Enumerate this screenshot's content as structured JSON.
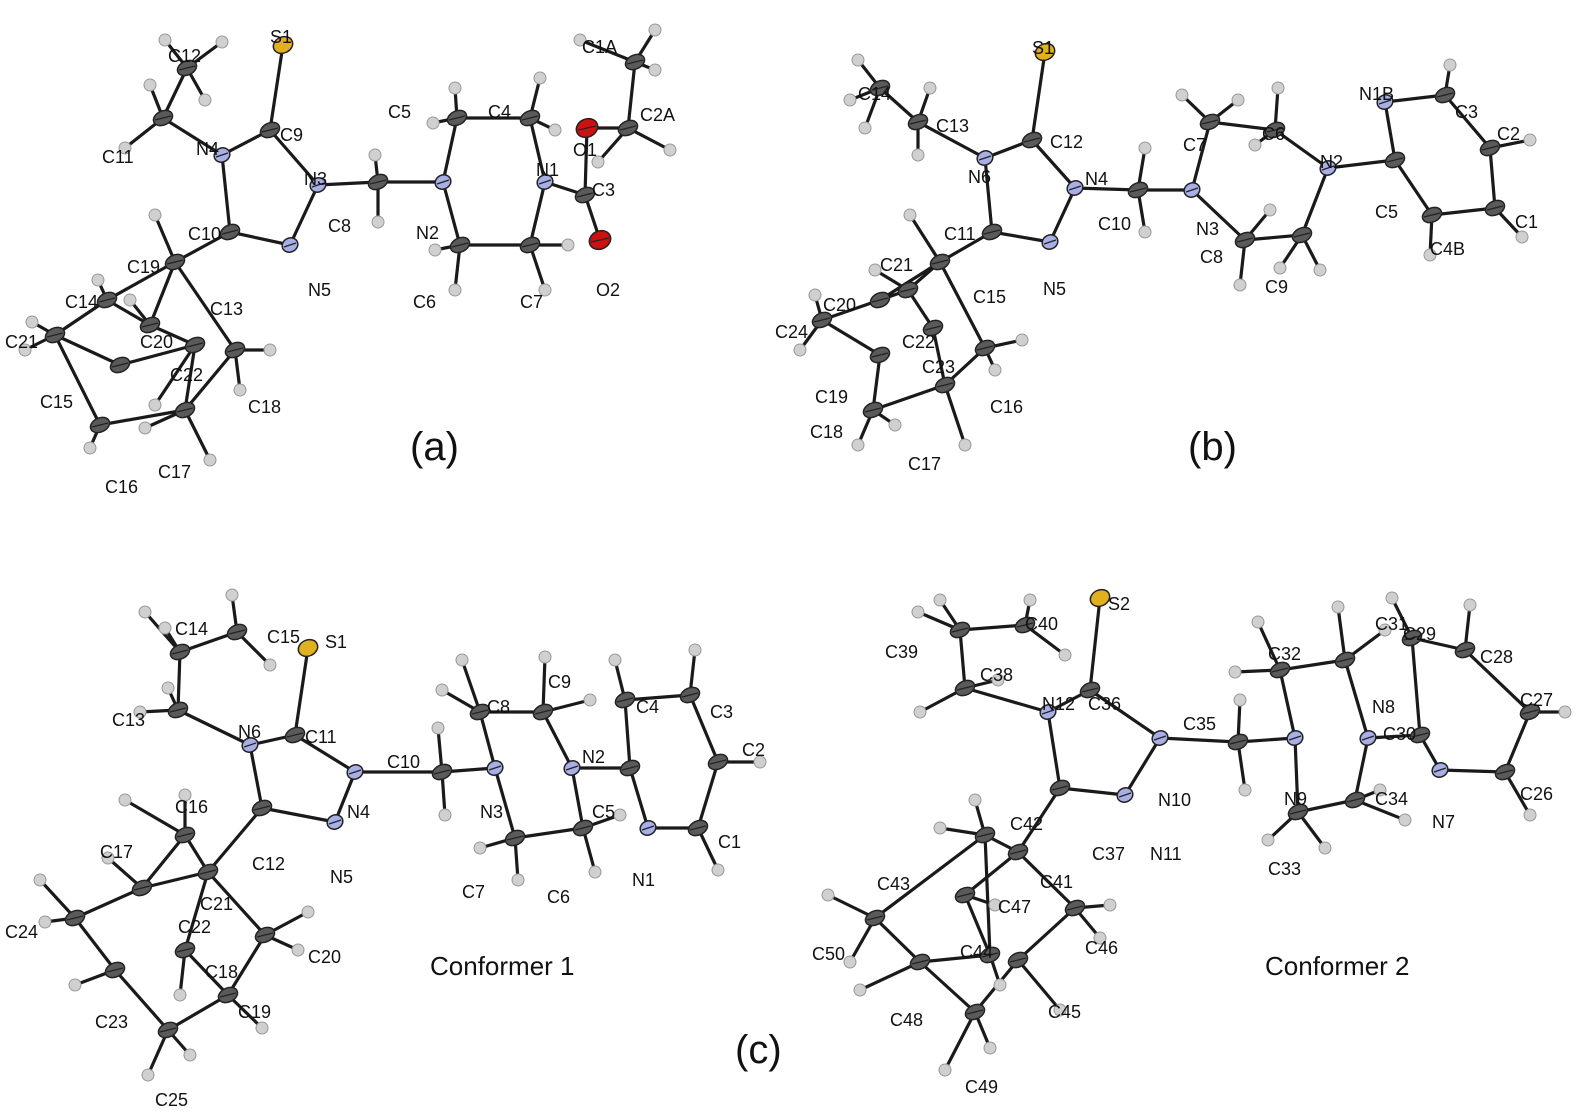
{
  "colors": {
    "bond": "#1a1a1a",
    "carbon": "#5a5a5a",
    "hydrogen": "#d0d0d0",
    "nitrogen": "#a8aee6",
    "oxygen": "#cc1111",
    "sulfur": "#e0b020"
  },
  "panels": [
    {
      "key": "a",
      "label": "(a)"
    },
    {
      "key": "b",
      "label": "(b)"
    },
    {
      "key": "c",
      "label": "(c)",
      "conformer_labels": [
        "Conformer  1",
        "Conformer  2"
      ]
    }
  ],
  "atom_labels": {
    "a": [
      "S1",
      "C12",
      "C11",
      "N4",
      "C9",
      "N3",
      "C8",
      "C5",
      "C4",
      "O1",
      "C1A",
      "C2A",
      "N1",
      "N2",
      "C3",
      "C10",
      "N5",
      "C19",
      "C6",
      "C7",
      "O2",
      "C14",
      "C13",
      "C20",
      "C21",
      "C22",
      "C15",
      "C18",
      "C16",
      "C17"
    ],
    "b": [
      "S1",
      "C14",
      "C13",
      "N6",
      "C12",
      "N4",
      "C10",
      "N3",
      "C7",
      "C6",
      "N1B",
      "C3",
      "C2",
      "N2",
      "C5",
      "C1",
      "C11",
      "C21",
      "N5",
      "C8",
      "C9",
      "C4B",
      "C20",
      "C15",
      "C24",
      "C22",
      "C23",
      "C19",
      "C16",
      "C18",
      "C17"
    ],
    "c1": [
      "C14",
      "C15",
      "S1",
      "C8",
      "C9",
      "C4",
      "C3",
      "C13",
      "C11",
      "N6",
      "C10",
      "N2",
      "C2",
      "N4",
      "N3",
      "C5",
      "C16",
      "C12",
      "C17",
      "N5",
      "N1",
      "C1",
      "C21",
      "C7",
      "C6",
      "C22",
      "C24",
      "C18",
      "C20",
      "C19",
      "C23",
      "C25"
    ],
    "c2": [
      "C40",
      "S2",
      "C31",
      "C32",
      "C29",
      "C28",
      "C39",
      "C38",
      "C36",
      "N12",
      "C35",
      "N8",
      "C27",
      "C30",
      "N10",
      "N9",
      "C42",
      "C37",
      "C26",
      "C34",
      "N7",
      "N11",
      "C33",
      "C43",
      "C41",
      "C47",
      "C46",
      "C50",
      "C44",
      "C45",
      "C48",
      "C49"
    ]
  }
}
